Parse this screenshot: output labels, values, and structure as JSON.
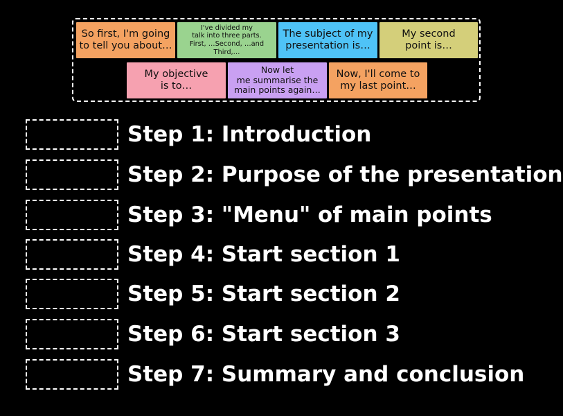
{
  "tiles": [
    {
      "text": "So first, I'm going\nto tell you about…",
      "color": "#f4a261"
    },
    {
      "text": "I've divided my\ntalk into three parts.\nFirst, …Second, …and\nThird,…",
      "color": "#9ad38f"
    },
    {
      "text": "The subject of my\npresentation is…",
      "color": "#4fc3f7"
    },
    {
      "text": "My second\npoint is…",
      "color": "#d4cf7a"
    },
    {
      "text": "My objective\nis to…",
      "color": "#f6a1b0"
    },
    {
      "text": "Now let\nme summarise the\nmain points again…",
      "color": "#c9a0f2"
    },
    {
      "text": "Now, I'll come to\nmy last point…",
      "color": "#f4a261"
    }
  ],
  "steps": [
    "Step 1: Introduction",
    "Step 2: Purpose of the presentation",
    "Step 3: \"Menu\" of main points",
    "Step 4: Start section 1",
    "Step 5: Start section 2",
    "Step 6: Start section 3",
    "Step 7: Summary and conclusion"
  ]
}
